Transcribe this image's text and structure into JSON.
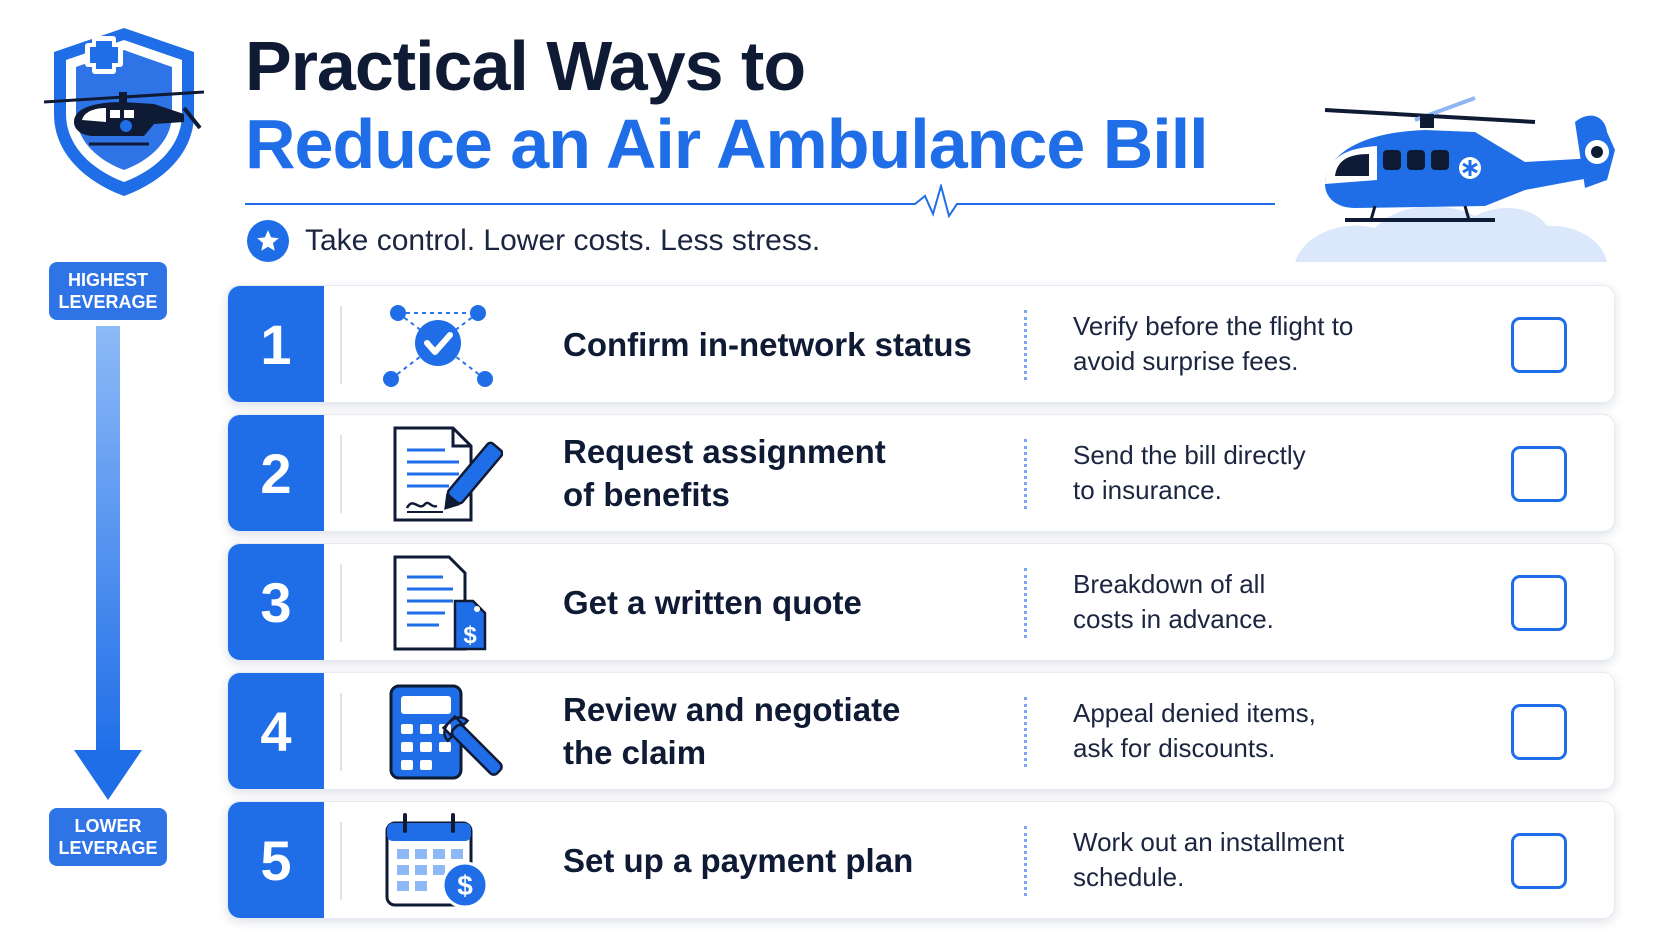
{
  "header": {
    "title_line1": "Practical Ways to",
    "title_line2": "Reduce an Air Ambulance Bill",
    "tagline": "Take control. Lower costs. Less stress."
  },
  "leverage": {
    "high_line1": "HIGHEST",
    "high_line2": "LEVERAGE",
    "low_line1": "LOWER",
    "low_line2": "LEVERAGE"
  },
  "steps": [
    {
      "number": "1",
      "title_l1": "Confirm in-network status",
      "title_l2": "",
      "desc_l1": "Verify before the flight to",
      "desc_l2": "avoid surprise fees.",
      "icon": "network-check-icon",
      "checked": false
    },
    {
      "number": "2",
      "title_l1": "Request assignment",
      "title_l2": "of benefits",
      "desc_l1": "Send the bill directly",
      "desc_l2": "to insurance.",
      "icon": "document-sign-icon",
      "checked": false
    },
    {
      "number": "3",
      "title_l1": "Get a written quote",
      "title_l2": "",
      "desc_l1": "Breakdown of all",
      "desc_l2": "costs in advance.",
      "icon": "quote-price-tag-icon",
      "checked": false
    },
    {
      "number": "4",
      "title_l1": "Review and negotiate",
      "title_l2": "the claim",
      "desc_l1": "Appeal denied items,",
      "desc_l2": "ask for discounts.",
      "icon": "calculator-wrench-icon",
      "checked": false
    },
    {
      "number": "5",
      "title_l1": "Set up a payment plan",
      "title_l2": "",
      "desc_l1": "Work out an installment",
      "desc_l2": "schedule.",
      "icon": "calendar-dollar-icon",
      "checked": false
    }
  ],
  "colors": {
    "accent": "#1f6ee8",
    "navy": "#0f1a35",
    "badge": "#2f74e6"
  }
}
